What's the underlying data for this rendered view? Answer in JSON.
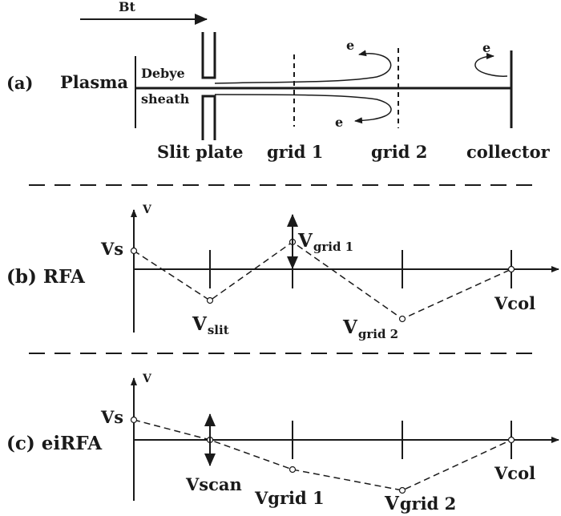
{
  "panel_a": {
    "label": "(a)",
    "field_label": "Bt",
    "plasma": "Plasma",
    "sheath_line1": "Debye",
    "sheath_line2": "sheath",
    "electron": "e",
    "slit_plate": "Slit plate",
    "grid1": "grid 1",
    "grid2": "grid 2",
    "collector": "collector"
  },
  "panel_b": {
    "label": "(b) RFA",
    "axis": "V",
    "vs": "Vs",
    "v_slit_main": "V",
    "v_slit_sub": "slit",
    "v_grid1_main": "V",
    "v_grid1_sub": "grid 1",
    "v_grid2_main": "V",
    "v_grid2_sub": "grid 2",
    "v_col": "Vcol"
  },
  "panel_c": {
    "label": "(c) eiRFA",
    "axis": "V",
    "vs": "Vs",
    "v_scan": "Vscan",
    "v_grid1": "Vgrid 1",
    "v_grid2_main": "V",
    "v_grid2_sub": "grid 2",
    "v_col": "Vcol"
  }
}
